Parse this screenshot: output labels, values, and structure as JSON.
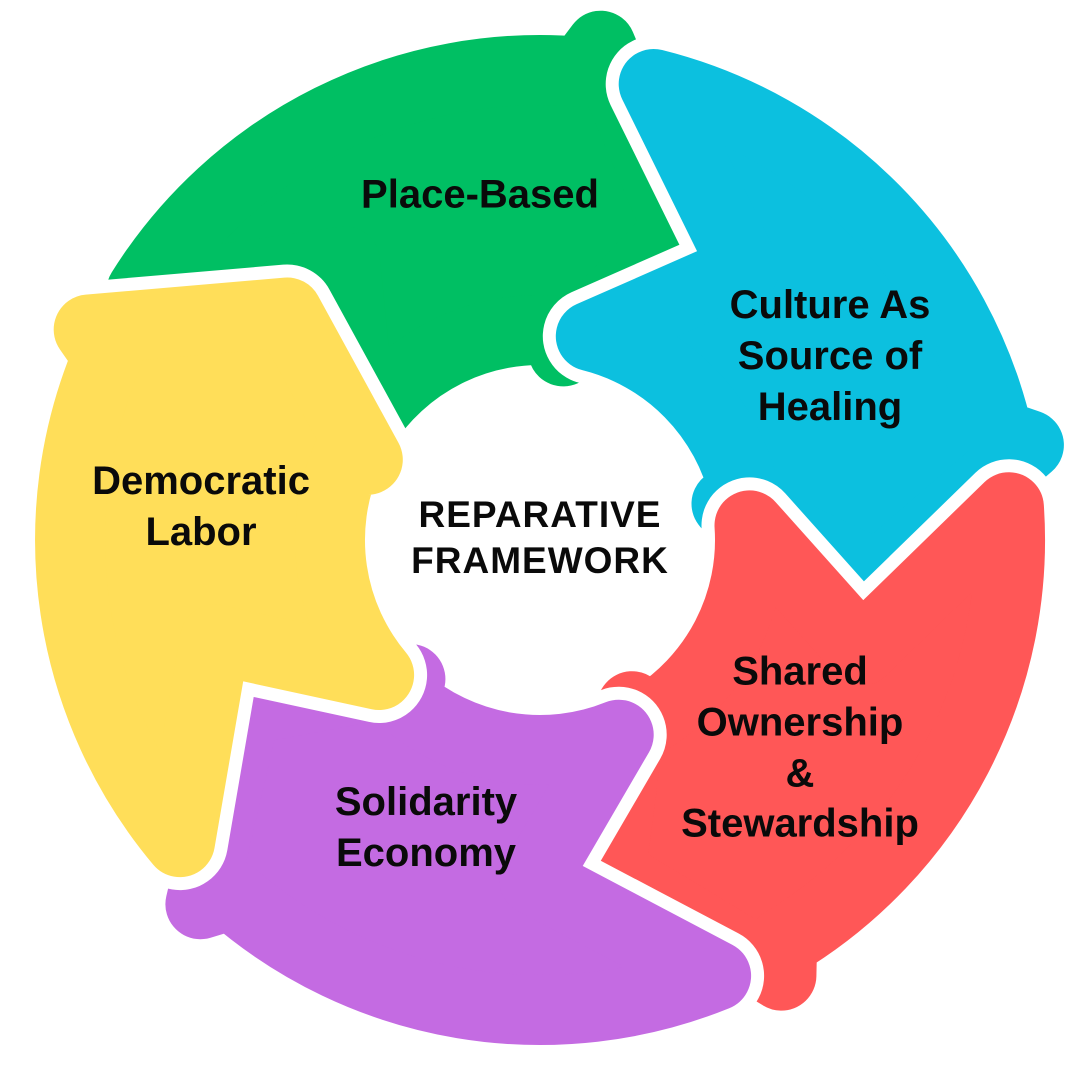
{
  "diagram": {
    "title": "REPARATIVE FRAMEWORK",
    "flow_direction": "clockwise",
    "background_color": "#FFFFFF",
    "text_color": "#0A0A0A",
    "separator_color": "#FFFFFF",
    "center": {
      "title_lines": [
        "REPARATIVE",
        "FRAMEWORK"
      ]
    },
    "segments": [
      {
        "id": "place-based",
        "label": "Place-Based",
        "label_lines": [
          "Place-Based"
        ],
        "color": "#00BF63"
      },
      {
        "id": "culture-as-source-of-healing",
        "label": "Culture As Source of Healing",
        "label_lines": [
          "Culture As",
          "Source of",
          "Healing"
        ],
        "color": "#0CC0DF"
      },
      {
        "id": "shared-ownership-stewardship",
        "label": "Shared Ownership & Stewardship",
        "label_lines": [
          "Shared",
          "Ownership",
          "&",
          "Stewardship"
        ],
        "color": "#FF5757"
      },
      {
        "id": "solidarity-economy",
        "label": "Solidarity Economy",
        "label_lines": [
          "Solidarity",
          "Economy"
        ],
        "color": "#C46BE2"
      },
      {
        "id": "democratic-labor",
        "label": "Democratic Labor",
        "label_lines": [
          "Democratic",
          "Labor"
        ],
        "color": "#FFDE59"
      }
    ]
  }
}
